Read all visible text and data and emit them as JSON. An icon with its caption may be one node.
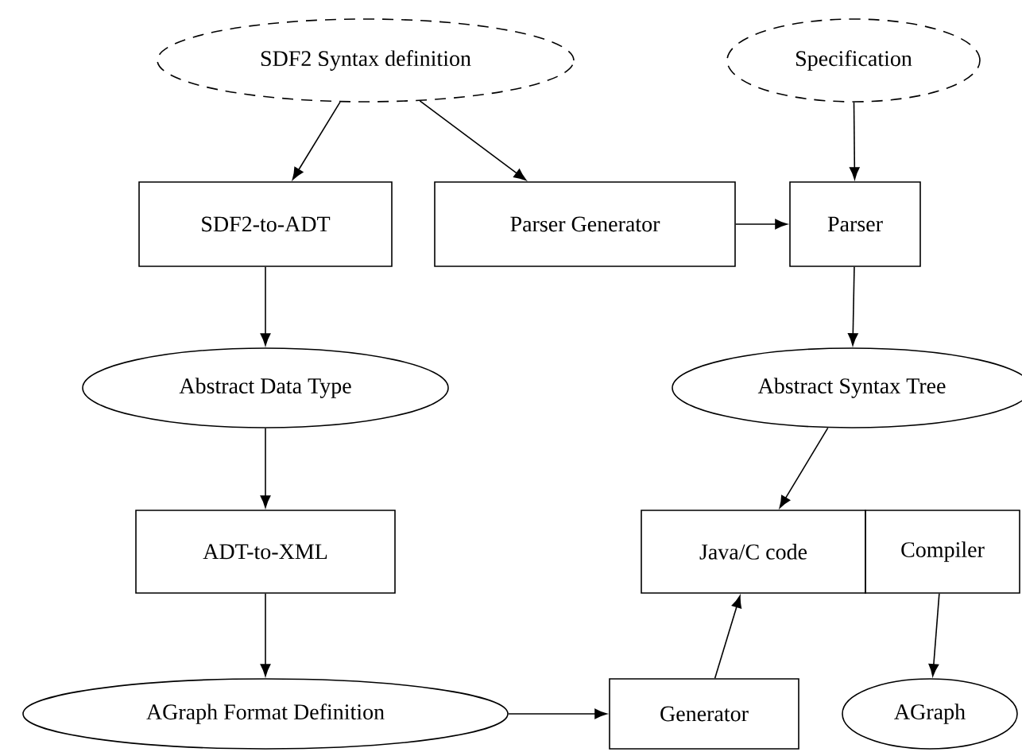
{
  "diagram": {
    "nodes": [
      {
        "text": [
          "SDF2 Syntax definition"
        ]
      },
      {
        "text": [
          "Specification"
        ]
      },
      {
        "text": [
          "SDF2-to-ADT"
        ]
      },
      {
        "text": [
          "Parser Generator"
        ]
      },
      {
        "text": [
          "Parser"
        ]
      },
      {
        "text": [
          "Abstract Data Type"
        ]
      },
      {
        "text": [
          "Abstract Syntax Tree"
        ]
      },
      {
        "text": [
          "Java/C code"
        ]
      },
      {
        "text": [
          "Compiler"
        ]
      },
      {
        "text": [
          "ADT-to-XML"
        ]
      },
      {
        "text": [
          "AGraph Format Definition"
        ]
      },
      {
        "text": [
          "Generator"
        ]
      },
      {
        "text": [
          "AGraph"
        ]
      }
    ],
    "edges": [
      {
        "from": 0,
        "to": 2,
        "arrow": "to"
      },
      {
        "from": 0,
        "to": 3,
        "arrow": "to"
      },
      {
        "from": 1,
        "to": 4,
        "arrow": "to"
      },
      {
        "from": 3,
        "to": 4,
        "arrow": "to"
      },
      {
        "from": 2,
        "to": 5,
        "arrow": "to"
      },
      {
        "from": 4,
        "to": 6,
        "arrow": "to"
      },
      {
        "from": 5,
        "to": 9,
        "arrow": "to"
      },
      {
        "from": 6,
        "to": 7,
        "arrow": "to"
      },
      {
        "from": 9,
        "to": 10,
        "arrow": "to"
      },
      {
        "from": 10,
        "to": 11,
        "arrow": "to"
      },
      {
        "from": 11,
        "to": 7,
        "arrow": "to"
      },
      {
        "from": 8,
        "to": 12,
        "arrow": "to"
      }
    ]
  }
}
